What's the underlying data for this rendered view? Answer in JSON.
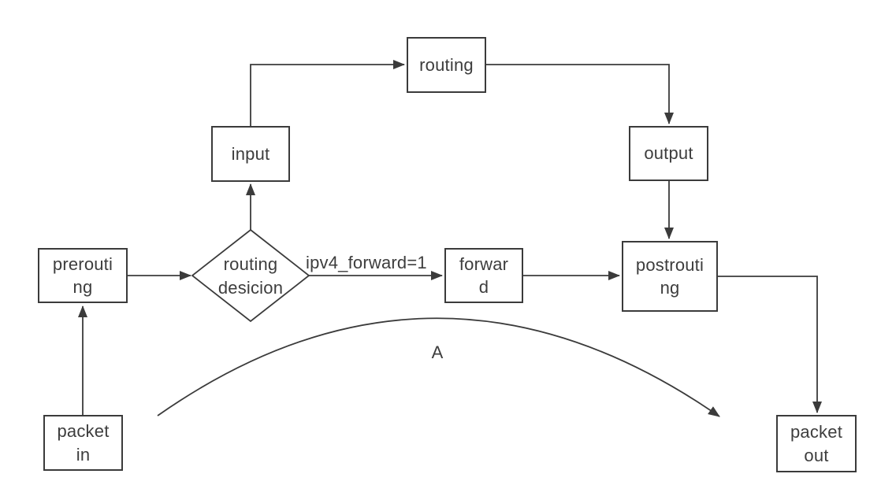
{
  "theme": {
    "background": "#ffffff",
    "stroke_color": "#3b3b3b",
    "text_color": "#3d3d3d"
  },
  "diagram": {
    "nodes": {
      "packet_in": {
        "text": "packet\nin"
      },
      "prerouting": {
        "text": "prerouti\nng"
      },
      "routing_decision": {
        "text": "routing\ndesicion"
      },
      "input": {
        "text": "input"
      },
      "routing": {
        "text": "routing"
      },
      "output": {
        "text": "output"
      },
      "forward": {
        "text": "forwar\nd"
      },
      "postrouting": {
        "text": "postrouti\nng"
      },
      "packet_out": {
        "text": "packet\nout"
      }
    },
    "edge_labels": {
      "forward_condition": "ipv4_forward=1",
      "arc": "A"
    }
  }
}
